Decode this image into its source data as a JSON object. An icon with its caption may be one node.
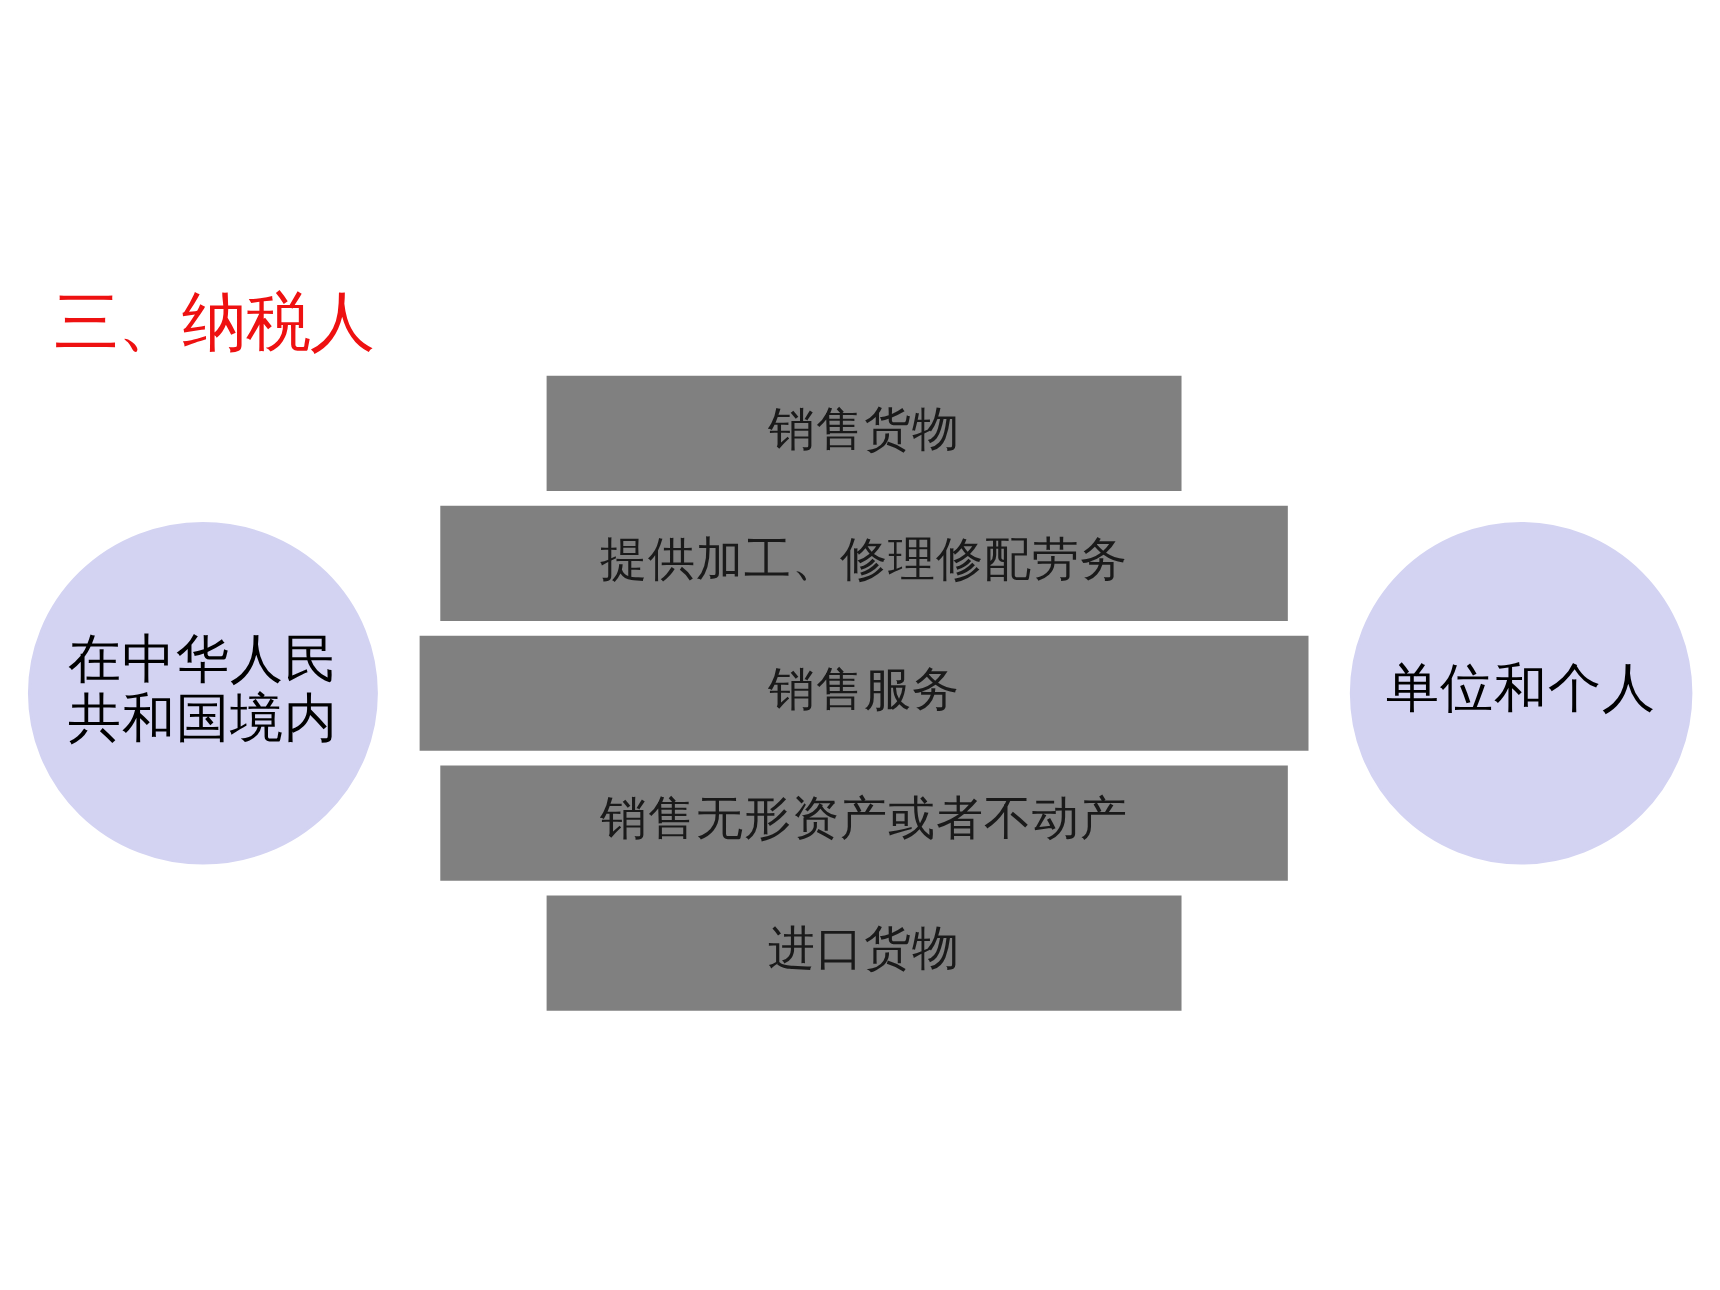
{
  "diagram": {
    "title": "三、纳税人",
    "nodes": [
      {
        "text": [
          "在中华人民共和国境内"
        ]
      },
      {
        "text": [
          "销售货物"
        ]
      },
      {
        "text": [
          "提供加工、修理修配劳务"
        ]
      },
      {
        "text": [
          "销售服务"
        ]
      },
      {
        "text": [
          "销售无形资产或者不动产"
        ]
      },
      {
        "text": [
          "进口货物"
        ]
      },
      {
        "text": [
          "单位和个人"
        ]
      }
    ]
  }
}
